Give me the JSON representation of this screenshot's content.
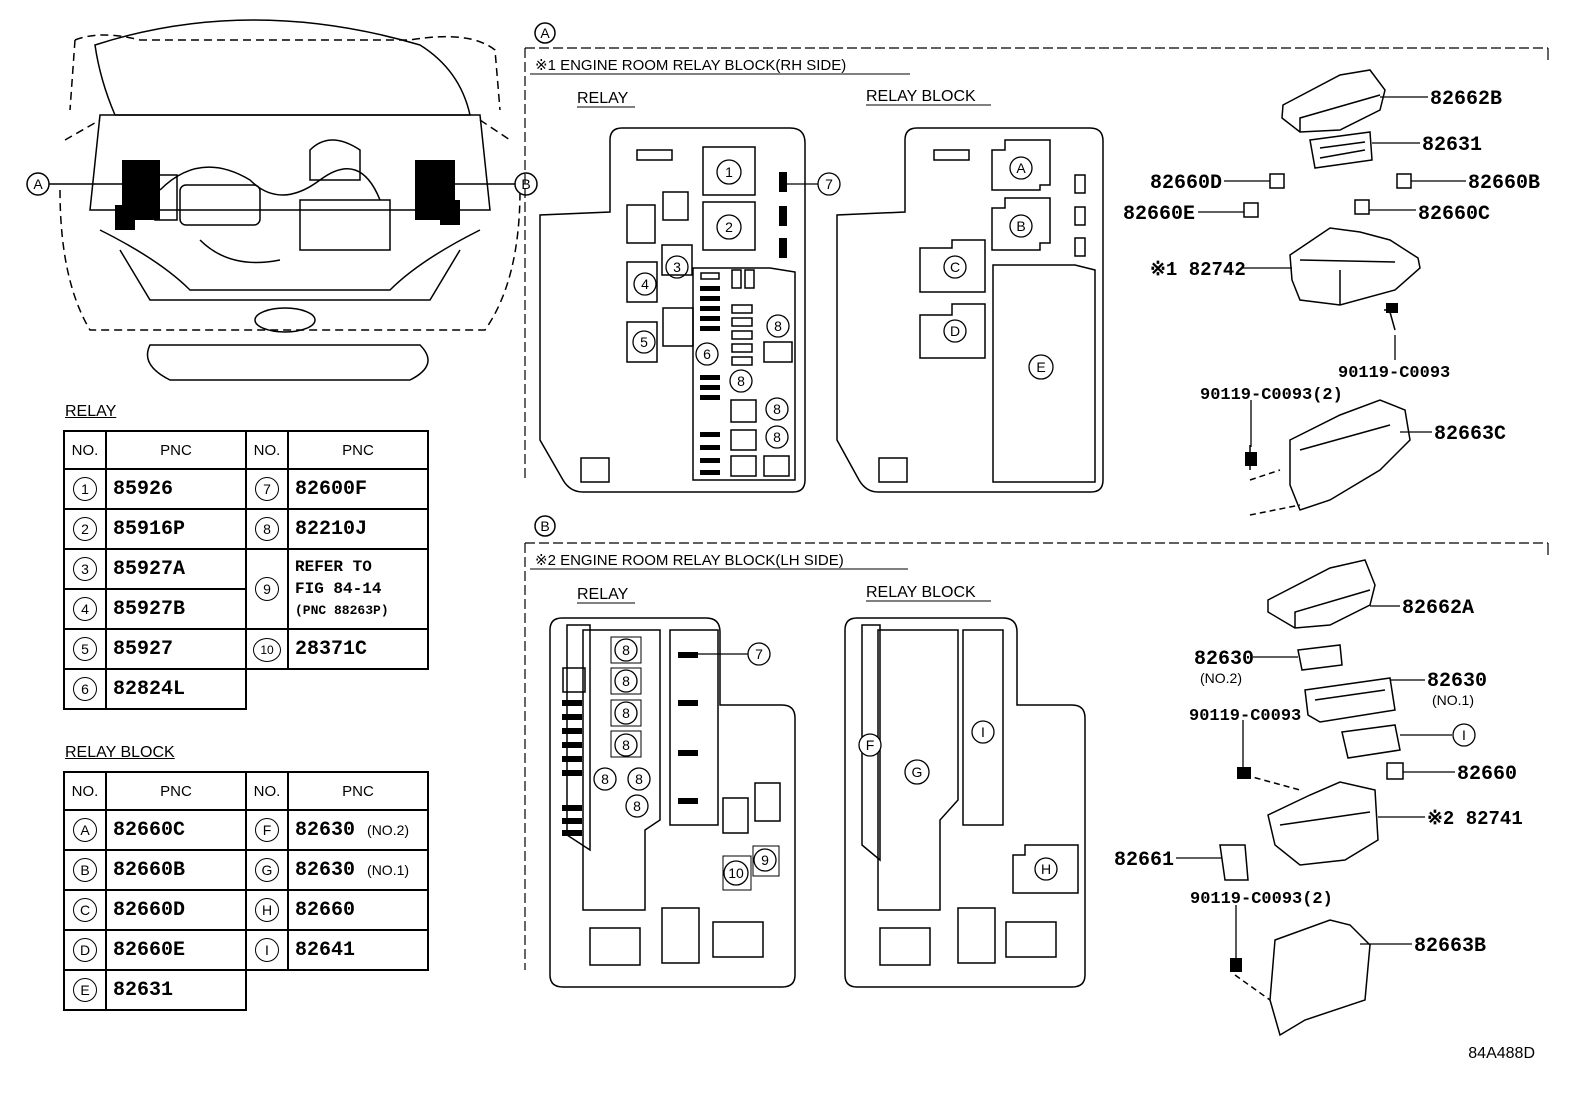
{
  "callouts": {
    "a": "A",
    "b": "B"
  },
  "section_a": {
    "title": "※1 ENGINE ROOM RELAY BLOCK(RH SIDE)",
    "relay_label": "RELAY",
    "block_label": "RELAY BLOCK",
    "parts": [
      "82662B",
      "82631",
      "82660D",
      "82660B",
      "82660E",
      "82660C",
      "※1 82742",
      "90119-C0093",
      "90119-C0093(2)",
      "82663C"
    ]
  },
  "section_b": {
    "title": "※2 ENGINE ROOM RELAY BLOCK(LH SIDE)",
    "relay_label": "RELAY",
    "block_label": "RELAY BLOCK",
    "parts": [
      "82662A",
      "82630",
      "(NO.2)",
      "82630",
      "(NO.1)",
      "90119-C0093",
      "82660",
      "※2 82741",
      "82661",
      "90119-C0093(2)",
      "82663B"
    ]
  },
  "relay_table": {
    "title": "RELAY",
    "headers": [
      "NO.",
      "PNC",
      "NO.",
      "PNC"
    ],
    "rows": [
      {
        "n1": "1",
        "p1": "85926",
        "n2": "7",
        "p2": "82600F"
      },
      {
        "n1": "2",
        "p1": "85916P",
        "n2": "8",
        "p2": "82210J"
      },
      {
        "n1": "3",
        "p1": "85927A",
        "n2": "9",
        "p2": "REFER TO"
      },
      {
        "n1": "4",
        "p1": "85927B",
        "n2": "",
        "p2": "FIG 84-14"
      },
      {
        "n1": "5",
        "p1": "85927",
        "n2": "10",
        "p2": "28371C"
      },
      {
        "n1": "6",
        "p1": "82824L",
        "n2": "",
        "p2": ""
      }
    ],
    "note": "(PNC 88263P)"
  },
  "block_table": {
    "title": "RELAY BLOCK",
    "headers": [
      "NO.",
      "PNC",
      "NO.",
      "PNC"
    ],
    "rows": [
      {
        "n1": "A",
        "p1": "82660C",
        "n2": "F",
        "p2": "82630",
        "s2": "(NO.2)"
      },
      {
        "n1": "B",
        "p1": "82660B",
        "n2": "G",
        "p2": "82630",
        "s2": "(NO.1)"
      },
      {
        "n1": "C",
        "p1": "82660D",
        "n2": "H",
        "p2": "82660",
        "s2": ""
      },
      {
        "n1": "D",
        "p1": "82660E",
        "n2": "I",
        "p2": "82641",
        "s2": ""
      },
      {
        "n1": "E",
        "p1": "82631",
        "n2": "",
        "p2": "",
        "s2": ""
      }
    ]
  },
  "figure_code": "84A488D"
}
